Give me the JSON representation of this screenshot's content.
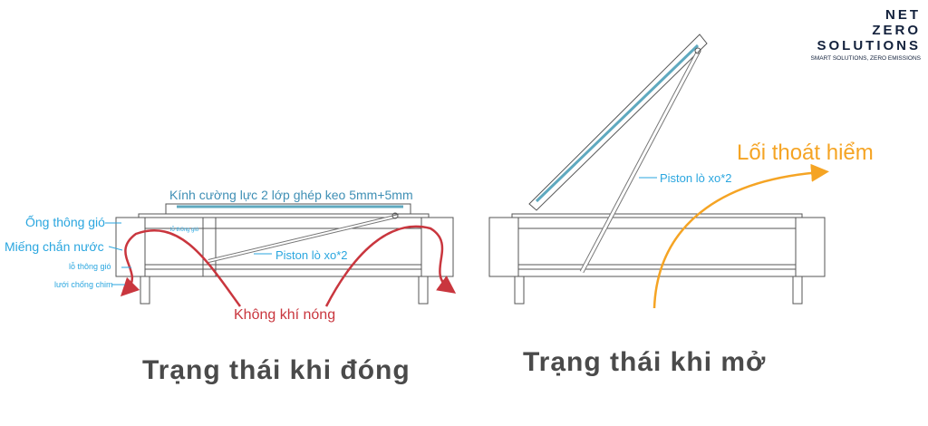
{
  "logo": {
    "line1": "NET",
    "line2": "ZERO",
    "line3": "SOLUTIONS",
    "tagline": "SMART SOLUTIONS, ZERO EMISSIONS"
  },
  "closed": {
    "glass_label": "Kính cường lực 2 lớp ghép keo 5mm+5mm",
    "vent_pipe": "Ống thông gió",
    "water_shield": "Miếng chắn nước",
    "vent_hole": "lỗ thông gió",
    "vent_hole_inner": "lỗ thông gió",
    "bird_mesh": "lưới chống chim",
    "piston": "Piston lò xo*2",
    "hot_air": "Không khí nóng",
    "title": "Trạng thái khi đóng"
  },
  "open": {
    "piston": "Piston lò xo*2",
    "escape": "Lối thoát hiểm",
    "title": "Trạng thái khi mở"
  },
  "colors": {
    "label_blue": "#2aa6df",
    "glass_blue": "#3f8fb5",
    "hot_air_red": "#c9363e",
    "escape_orange": "#f5a424",
    "line_gray": "#555555"
  }
}
